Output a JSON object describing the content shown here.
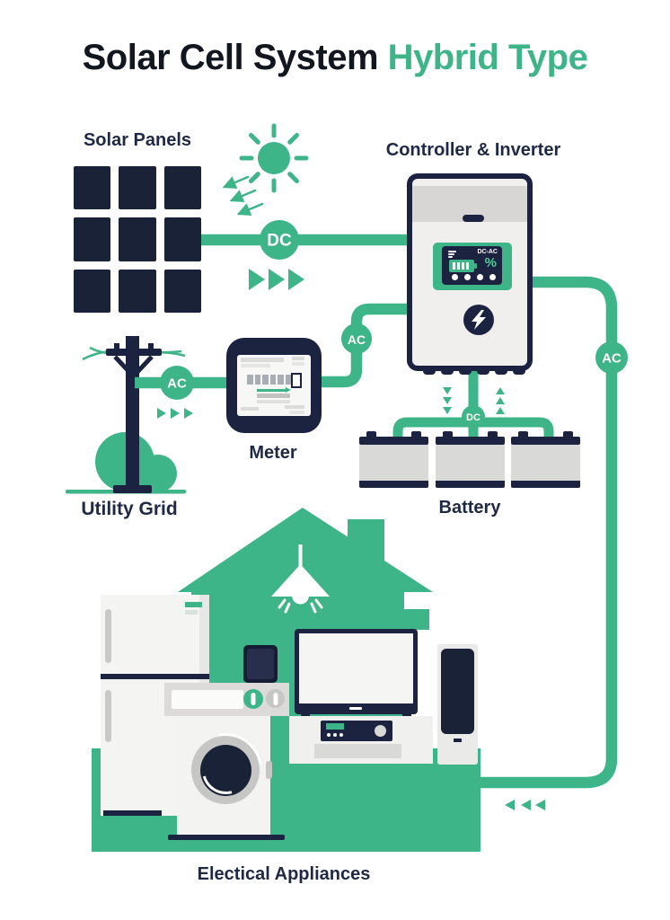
{
  "title": {
    "part1": "Solar Cell System",
    "part2": " Hybrid Type"
  },
  "sections": {
    "solar_panels": {
      "label": "Solar Panels"
    },
    "controller_inverter": {
      "label": "Controller & Inverter"
    },
    "meter": {
      "label": "Meter"
    },
    "utility_grid": {
      "label": "Utility Grid"
    },
    "battery": {
      "label": "Battery"
    },
    "appliances": {
      "label": "Electical Appliances"
    }
  },
  "inverter_display": {
    "mode": "DC-AC",
    "percent": "%"
  },
  "connectors": {
    "solar_dc": "DC",
    "grid_ac": "AC",
    "meter_ac": "AC",
    "output_ac": "AC",
    "battery_dc": "DC"
  },
  "colors": {
    "green": "#3EB489",
    "navy": "#1B2340",
    "label_navy": "#1F2945",
    "title_black": "#12161F"
  }
}
